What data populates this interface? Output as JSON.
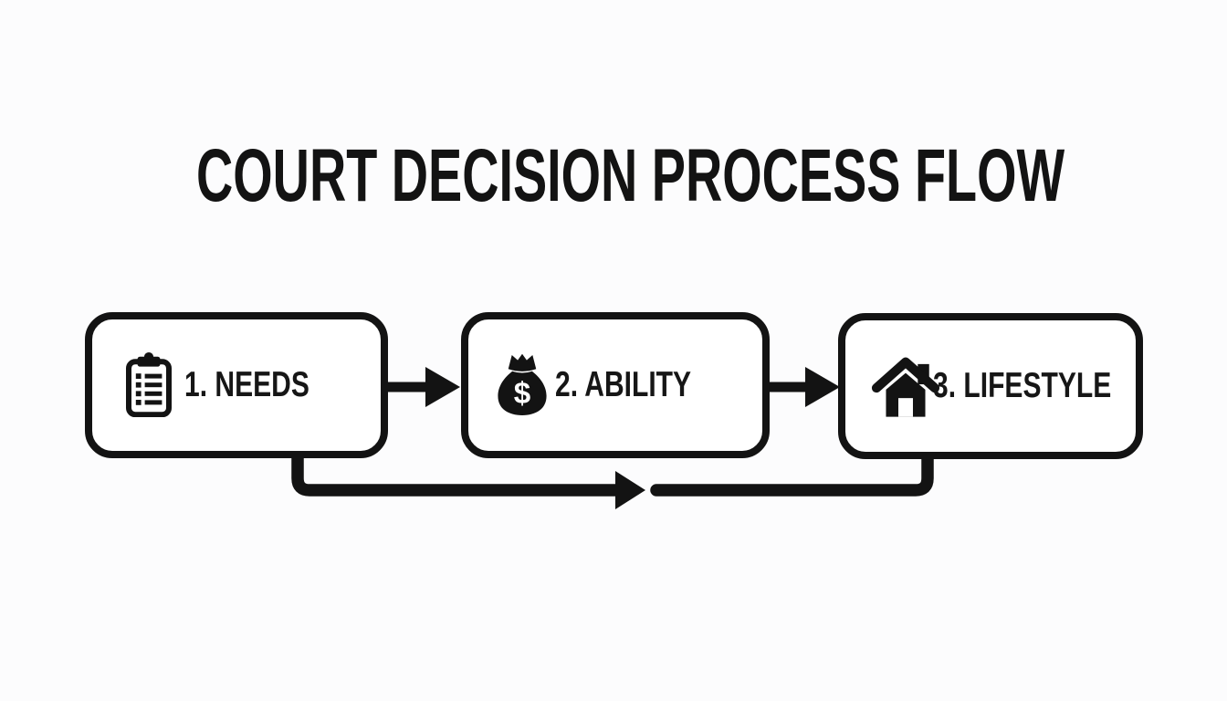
{
  "title": "COURT DECISION PROCESS FLOW",
  "diagram": {
    "type": "flowchart",
    "direction": "left-to-right",
    "steps": [
      {
        "order": 1,
        "label": "1. NEEDS",
        "icon": "clipboard-checklist-icon"
      },
      {
        "order": 2,
        "label": "2. ABILITY",
        "icon": "money-bag-icon"
      },
      {
        "order": 3,
        "label": "3. LIFESTYLE",
        "icon": "house-icon"
      }
    ],
    "money_bag_symbol": "$",
    "connections": [
      {
        "from": "1. NEEDS",
        "to": "2. ABILITY",
        "style": "straight-arrow"
      },
      {
        "from": "2. ABILITY",
        "to": "3. LIFESTYLE",
        "style": "straight-arrow"
      },
      {
        "from": "1. NEEDS",
        "to": "3. LIFESTYLE",
        "style": "bottom-bypass-arrow"
      }
    ]
  },
  "colors": {
    "ink": "#131313",
    "box_fill": "#ffffff",
    "background": "#fcfcfd"
  }
}
